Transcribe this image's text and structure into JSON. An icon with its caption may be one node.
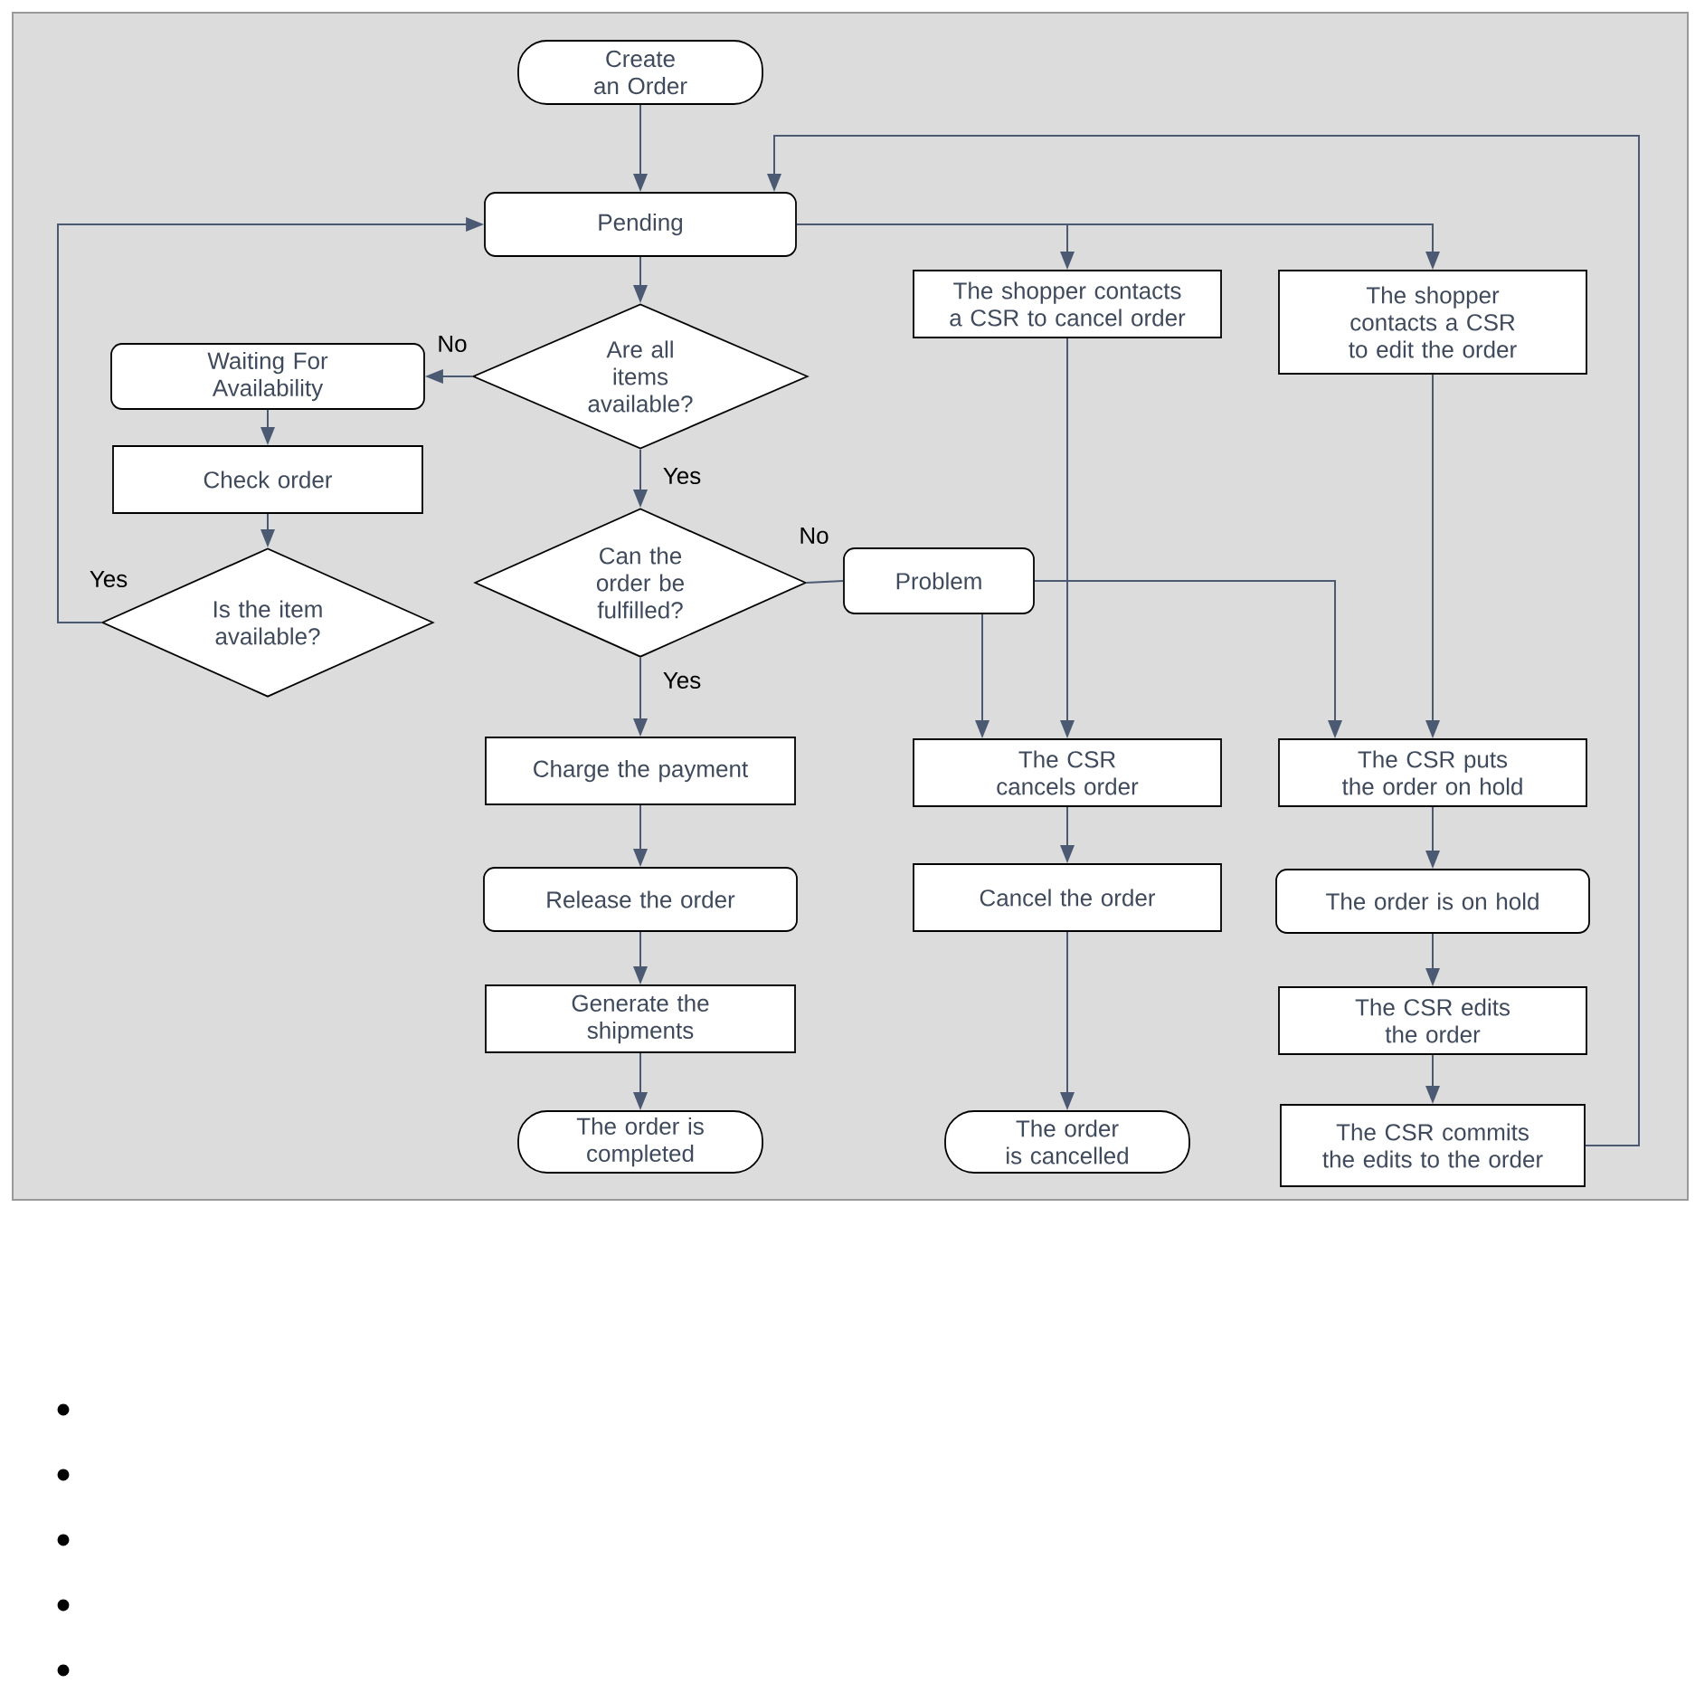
{
  "diagram": {
    "nodes": [
      {
        "text": [
          "Create an Order"
        ]
      },
      {
        "text": [
          "Pending"
        ]
      },
      {
        "text": [
          "Are all items available?"
        ]
      },
      {
        "text": [
          "Waiting For Availability"
        ]
      },
      {
        "text": [
          "Check order"
        ]
      },
      {
        "text": [
          "Is the item available?"
        ]
      },
      {
        "text": [
          "Can the order be fulfilled?"
        ]
      },
      {
        "text": [
          "Problem"
        ]
      },
      {
        "text": [
          "The shopper contacts a CSR to cancel order"
        ]
      },
      {
        "text": [
          "The shopper contacts a CSR to edit the order"
        ]
      },
      {
        "text": [
          "Charge the payment"
        ]
      },
      {
        "text": [
          "Release the order"
        ]
      },
      {
        "text": [
          "Generate the shipments"
        ]
      },
      {
        "text": [
          "The order is completed"
        ]
      },
      {
        "text": [
          "The CSR cancels order"
        ]
      },
      {
        "text": [
          "Cancel the order"
        ]
      },
      {
        "text": [
          "The order is cancelled"
        ]
      },
      {
        "text": [
          "The CSR puts the order on hold"
        ]
      },
      {
        "text": [
          "The order is on hold"
        ]
      },
      {
        "text": [
          "The CSR edits the order"
        ]
      },
      {
        "text": [
          "The CSR commits the edits to the order"
        ]
      }
    ],
    "edges": [
      {
        "from": 0,
        "to": 1,
        "arrow": "to"
      },
      {
        "from": 1,
        "to": 2,
        "arrow": "to"
      },
      {
        "from": 2,
        "to": 3,
        "arrow": "to",
        "label": "No"
      },
      {
        "from": 2,
        "to": 6,
        "arrow": "to",
        "label": "Yes"
      },
      {
        "from": 3,
        "to": 4,
        "arrow": "to"
      },
      {
        "from": 4,
        "to": 5,
        "arrow": "to"
      },
      {
        "from": 5,
        "to": 1,
        "arrow": "to",
        "label": "Yes"
      },
      {
        "from": 6,
        "to": 7,
        "arrow": "none",
        "label": "No"
      },
      {
        "from": 6,
        "to": 10,
        "arrow": "to",
        "label": "Yes"
      },
      {
        "from": 10,
        "to": 11,
        "arrow": "to"
      },
      {
        "from": 11,
        "to": 12,
        "arrow": "to"
      },
      {
        "from": 12,
        "to": 13,
        "arrow": "to"
      },
      {
        "from": 1,
        "to": 8,
        "arrow": "to"
      },
      {
        "from": 1,
        "to": 9,
        "arrow": "to"
      },
      {
        "from": 8,
        "to": 14,
        "arrow": "to"
      },
      {
        "from": 7,
        "to": 14,
        "arrow": "to"
      },
      {
        "from": 7,
        "to": 17,
        "arrow": "to"
      },
      {
        "from": 9,
        "to": 17,
        "arrow": "to"
      },
      {
        "from": 14,
        "to": 15,
        "arrow": "to"
      },
      {
        "from": 15,
        "to": 16,
        "arrow": "to"
      },
      {
        "from": 17,
        "to": 18,
        "arrow": "to"
      },
      {
        "from": 18,
        "to": 19,
        "arrow": "to"
      },
      {
        "from": 19,
        "to": 20,
        "arrow": "to"
      },
      {
        "from": 20,
        "to": 1,
        "arrow": "to"
      }
    ]
  }
}
